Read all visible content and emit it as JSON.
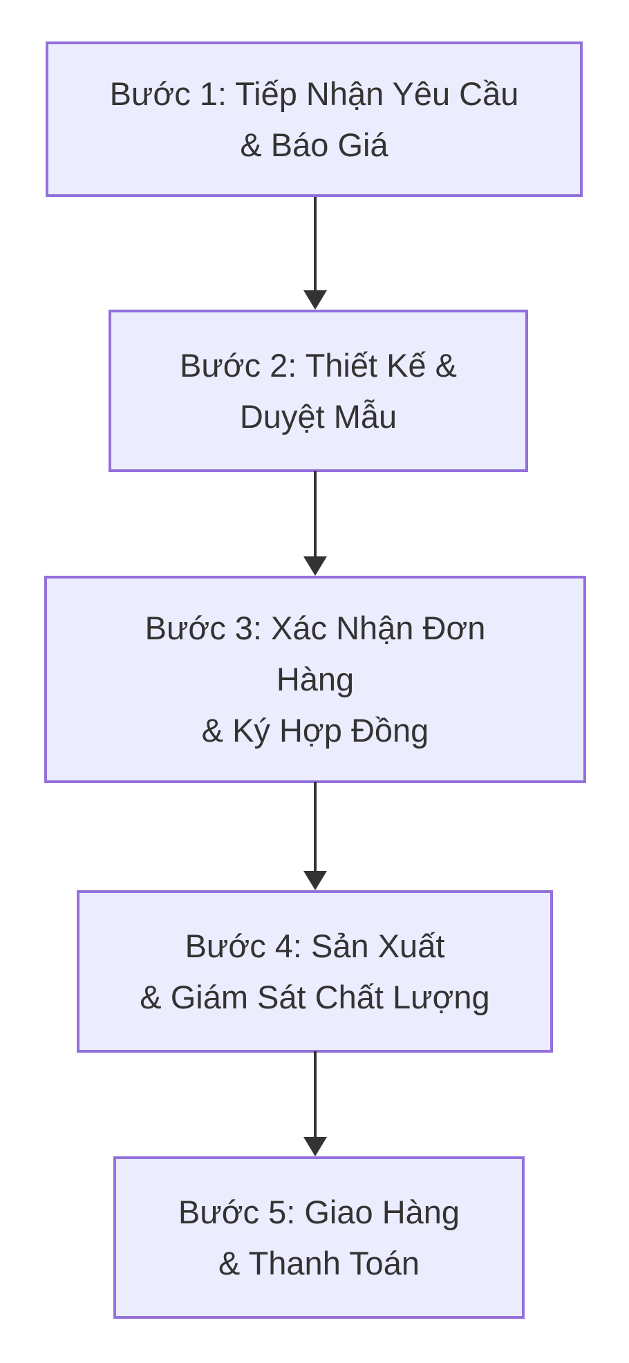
{
  "diagram": {
    "type": "flowchart",
    "direction": "top-down",
    "colors": {
      "node_fill": "#ECECFF",
      "node_border": "#9370DB",
      "text": "#333333",
      "arrow": "#333333",
      "background": "#FFFFFF"
    },
    "nodes": [
      {
        "id": "step-1",
        "lines": [
          "Bước 1: Tiếp Nhận Yêu Cầu",
          "& Báo Giá"
        ]
      },
      {
        "id": "step-2",
        "lines": [
          "Bước 2: Thiết Kế &",
          "Duyệt Mẫu"
        ]
      },
      {
        "id": "step-3",
        "lines": [
          "Bước 3: Xác Nhận Đơn",
          "Hàng",
          "& Ký Hợp Đồng"
        ]
      },
      {
        "id": "step-4",
        "lines": [
          "Bước 4: Sản Xuất",
          "& Giám Sát Chất Lượng"
        ]
      },
      {
        "id": "step-5",
        "lines": [
          "Bước 5: Giao Hàng",
          "& Thanh Toán"
        ]
      }
    ],
    "edges": [
      {
        "from": "step-1",
        "to": "step-2"
      },
      {
        "from": "step-2",
        "to": "step-3"
      },
      {
        "from": "step-3",
        "to": "step-4"
      },
      {
        "from": "step-4",
        "to": "step-5"
      }
    ]
  }
}
